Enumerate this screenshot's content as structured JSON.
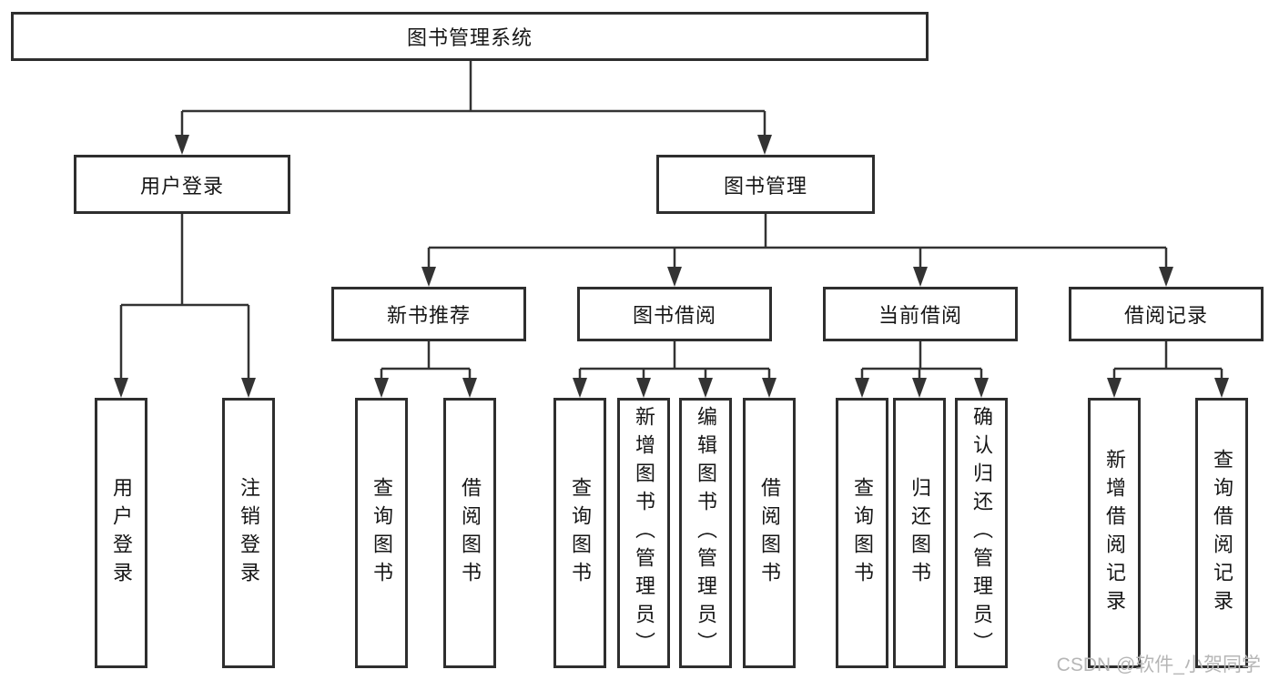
{
  "diagram": {
    "type": "hierarchy-tree",
    "root": "图书管理系统",
    "branches": [
      {
        "label": "用户登录",
        "leaves": [
          "用户登录",
          "注销登录"
        ]
      },
      {
        "label": "图书管理",
        "groups": [
          {
            "label": "新书推荐",
            "leaves": [
              "查询图书",
              "借阅图书"
            ]
          },
          {
            "label": "图书借阅",
            "leaves": [
              "查询图书",
              "新增图书（管理员）",
              "编辑图书（管理员）",
              "借阅图书"
            ]
          },
          {
            "label": "当前借阅",
            "leaves": [
              "查询图书",
              "归还图书",
              "确认归还（管理员）"
            ]
          },
          {
            "label": "借阅记录",
            "leaves": [
              "新增借阅记录",
              "查询借阅记录"
            ]
          }
        ]
      }
    ]
  },
  "watermark": "CSDN @软件_小贺同学",
  "colors": {
    "line": "#333333",
    "box_border": "#2e2e2e",
    "text": "#161616",
    "watermark": "#b6b6b6",
    "background": "#ffffff"
  }
}
